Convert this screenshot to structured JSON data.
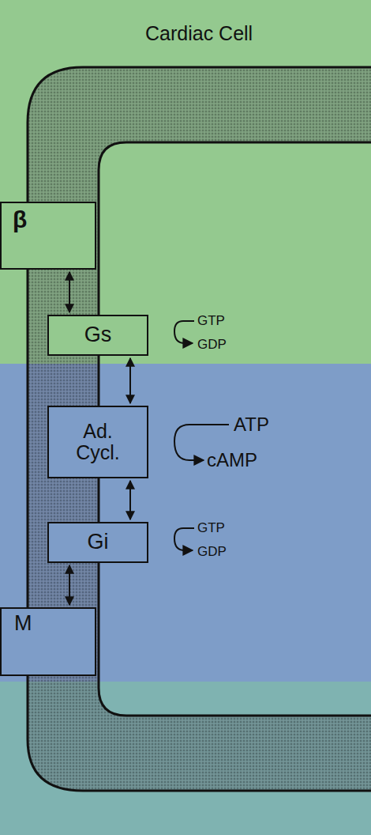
{
  "diagram": {
    "title": "Cardiac Cell",
    "nodes": [
      {
        "text": [
          "β"
        ]
      },
      {
        "text": [
          "Gs"
        ]
      },
      {
        "text": [
          "Ad. Cycl."
        ]
      },
      {
        "text": [
          "Gi"
        ]
      },
      {
        "text": [
          "M"
        ]
      }
    ],
    "edges": [
      {
        "from": 0,
        "to": 1,
        "arrow": "both"
      },
      {
        "from": 1,
        "to": 2,
        "arrow": "both"
      },
      {
        "from": 2,
        "to": 3,
        "arrow": "both"
      },
      {
        "from": 3,
        "to": 4,
        "arrow": "both"
      }
    ],
    "labels": [
      "GTP",
      "GDP",
      "ATP",
      "cAMP",
      "GTP",
      "GDP"
    ]
  }
}
